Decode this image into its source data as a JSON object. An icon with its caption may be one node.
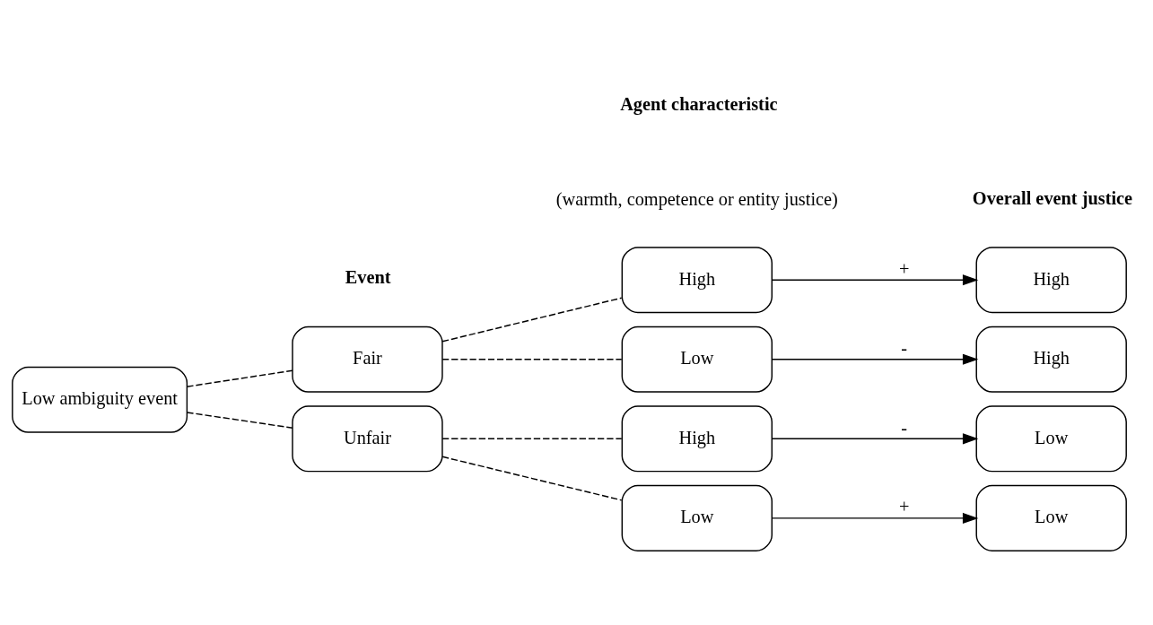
{
  "diagram": {
    "nodes": [
      {
        "text": [
          "Low ambiguity event"
        ]
      },
      {
        "text": [
          "Fair"
        ]
      },
      {
        "text": [
          "Unfair"
        ]
      },
      {
        "text": [
          "High"
        ]
      },
      {
        "text": [
          "Low"
        ]
      },
      {
        "text": [
          "High"
        ]
      },
      {
        "text": [
          "Low"
        ]
      },
      {
        "text": [
          "High"
        ]
      },
      {
        "text": [
          "High"
        ]
      },
      {
        "text": [
          "Low"
        ]
      },
      {
        "text": [
          "Low"
        ]
      }
    ],
    "edges": [
      {
        "from": 0,
        "to": 1,
        "arrow": "none",
        "style": "dashed"
      },
      {
        "from": 0,
        "to": 2,
        "arrow": "none",
        "style": "dashed"
      },
      {
        "from": 1,
        "to": 3,
        "arrow": "none",
        "style": "dashed"
      },
      {
        "from": 1,
        "to": 4,
        "arrow": "none",
        "style": "dashed"
      },
      {
        "from": 2,
        "to": 5,
        "arrow": "none",
        "style": "dashed"
      },
      {
        "from": 2,
        "to": 6,
        "arrow": "none",
        "style": "dashed"
      },
      {
        "from": 3,
        "to": 7,
        "arrow": "to",
        "label": "+"
      },
      {
        "from": 4,
        "to": 8,
        "arrow": "to",
        "label": "-"
      },
      {
        "from": 5,
        "to": 9,
        "arrow": "to",
        "label": "-"
      },
      {
        "from": 6,
        "to": 10,
        "arrow": "to",
        "label": "+"
      }
    ],
    "labels": [
      "Event",
      "Agent characteristic",
      "(warmth, competence or entity justice)",
      "Overall event justice"
    ]
  }
}
